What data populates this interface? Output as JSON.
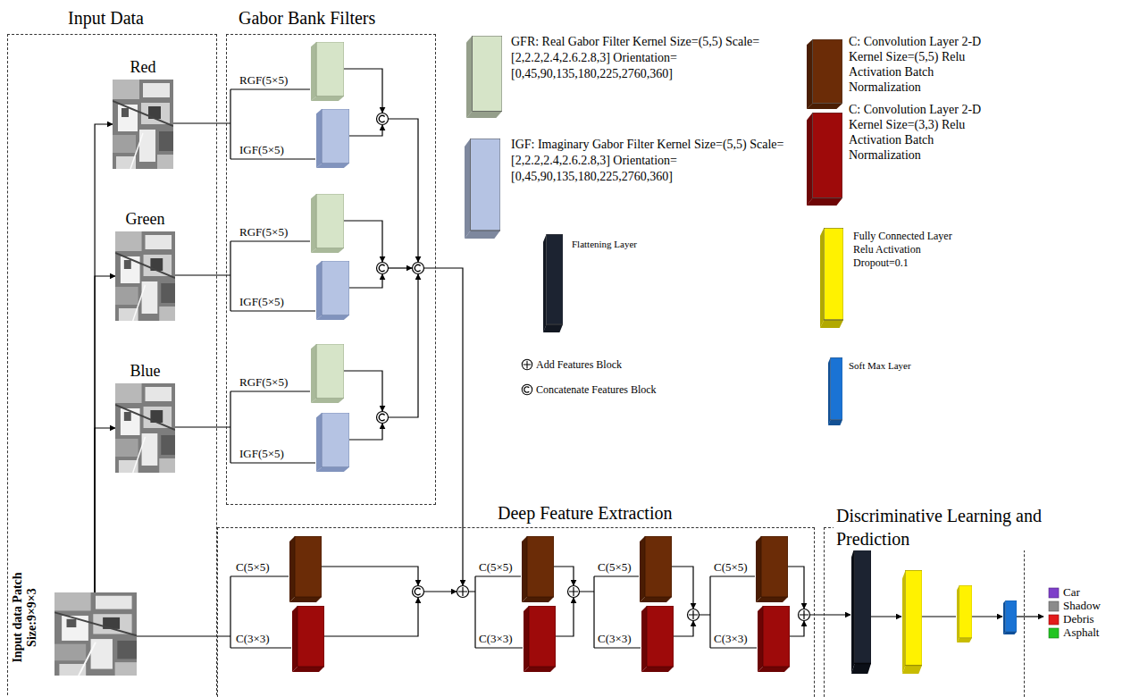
{
  "diagram": {
    "nodes": [
      {
        "text": [
          "Input Data"
        ]
      },
      {
        "text": [
          "Red"
        ],
        "in": 0
      },
      {
        "text": [
          "Green"
        ],
        "in": 0
      },
      {
        "text": [
          "Blue"
        ],
        "in": 0
      },
      {
        "text": [
          "Input data Patch Size:9×9×3"
        ],
        "in": 0
      },
      {
        "text": [
          "Gabor Bank Filters"
        ]
      },
      {
        "text": [
          "Deep Feature Extraction"
        ]
      },
      {
        "text": [
          "Discriminative Learning and Prediction"
        ]
      }
    ],
    "edges": [
      {
        "from": 4,
        "to": 1,
        "arrow": "to"
      },
      {
        "from": 4,
        "to": 2,
        "arrow": "to"
      },
      {
        "from": 4,
        "to": 3,
        "arrow": "to"
      }
    ],
    "labels": [
      "RGF(5×5)",
      "IGF(5×5)",
      "RGF(5×5)",
      "IGF(5×5)",
      "RGF(5×5)",
      "IGF(5×5)",
      "C(5×5)",
      "C(3×3)",
      "C(5×5)",
      "C(3×3)",
      "C(5×5)",
      "C(3×3)",
      "C(5×5)",
      "C(3×3)",
      "Car",
      "Shadow",
      "Debris",
      "Asphalt"
    ],
    "legend": [
      {
        "text": "GFR: Real Gabor Filter Kernel Size=(5,5) Scale=[2,2.2,2.4,2.6.2.8,3] Orientation=[0,45,90,135,180,225,2760,360]",
        "color": "#d6e4c8"
      },
      {
        "text": "IGF: Imaginary Gabor Filter Kernel Size=(5,5) Scale=[2,2.2,2.4,2.6.2.8,3] Orientation=[0,45,90,135,180,225,2760,360]",
        "color": "#b5c3e3"
      },
      {
        "text": "Flattening Layer",
        "color": "#1c2331"
      },
      {
        "text": "Add Features Block"
      },
      {
        "text": "Concatenate Features Block"
      },
      {
        "text": "C: Convolution Layer 2-D Kernel Size=(5,5) Relu Activation Batch Normalization",
        "color": "#6b2c07"
      },
      {
        "text": "C: Convolution Layer 2-D Kernel Size=(3,3) Relu Activation Batch Normalization",
        "color": "#9e0a0a"
      },
      {
        "text": "Fully Connected Layer Relu Activation Dropout=0.1",
        "color": "#fff200"
      },
      {
        "text": "Soft Max Layer",
        "color": "#1a73d4"
      }
    ]
  }
}
